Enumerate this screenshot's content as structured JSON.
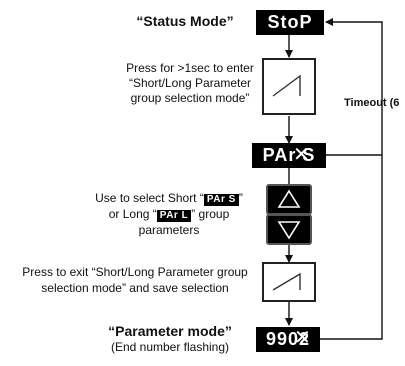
{
  "labels": {
    "status_mode": "“Status Mode”",
    "parameter_mode": "“Parameter mode”",
    "end_number_flashing": "(End number flashing)",
    "timeout": "Timeout (6"
  },
  "displays": {
    "stop": "StoP",
    "pars": "PAr S",
    "value": "9902"
  },
  "steps": {
    "enter_line1": "Press for >1sec  to enter",
    "enter_line2": "“Short/Long Parameter",
    "enter_line3": "group selection mode”",
    "select_line1_pre": "Use to select Short  “",
    "select_line1_post": "”",
    "select_line2_pre": "or Long “",
    "select_line2_post": "” group",
    "select_line3": "parameters",
    "exit_line1": "Press to exit “Short/Long Parameter group",
    "exit_line2": "selection mode” and save selection"
  },
  "inline_displays": {
    "pars_short": "PAr S",
    "pars_long": "PAr L"
  },
  "icons": {
    "up": "triangle-up-icon",
    "down": "triangle-down-icon",
    "press": "press-button-icon"
  },
  "colors": {
    "display_bg": "#000000",
    "display_text": "#ffffff",
    "line": "#111111"
  }
}
